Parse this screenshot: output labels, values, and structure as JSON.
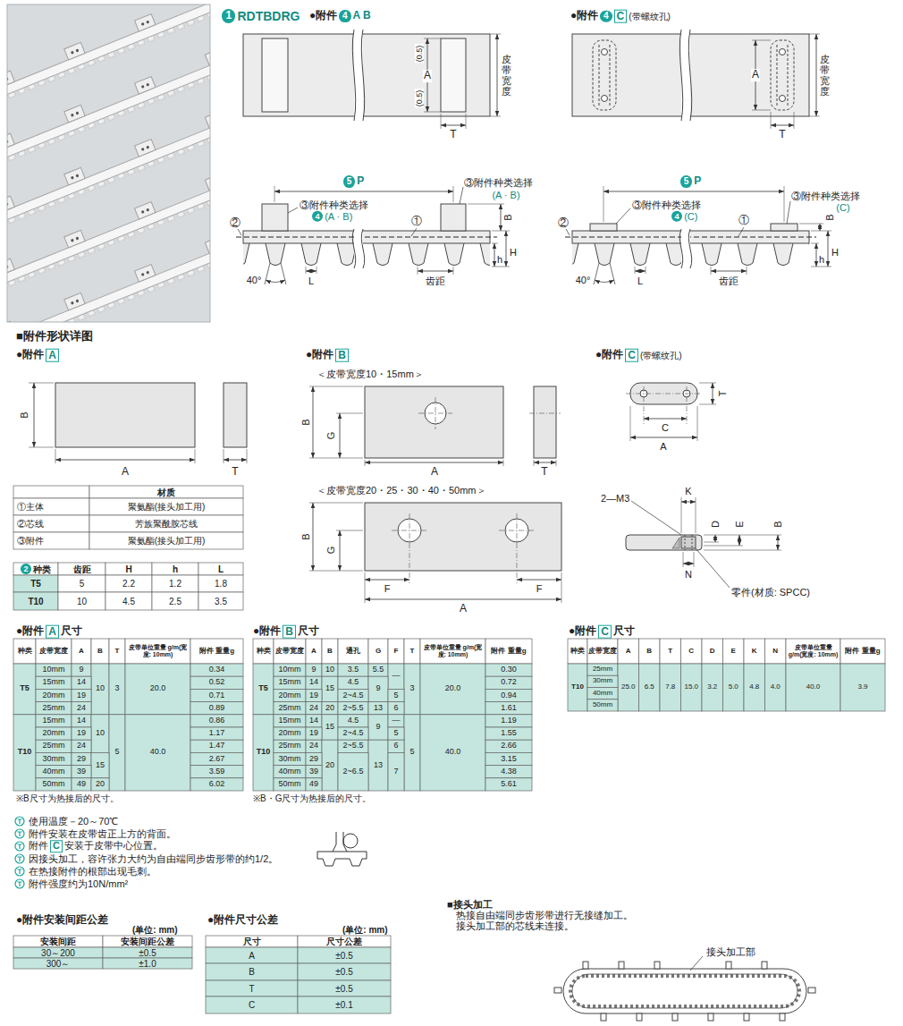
{
  "diagram": {
    "labels": [
      "1",
      "RDTBDRG",
      "●附件",
      "4",
      "A B",
      "●附件",
      "4",
      "C",
      "(带螺纹孔)",
      "(0.5)",
      "A",
      "(0.5)",
      "皮带宽度",
      "T",
      "A",
      "皮带宽度",
      "T",
      "5",
      "P",
      "③附件种类选择",
      "(A · B)",
      "③附件种类选择",
      "4",
      "(A · B)",
      "①",
      "B",
      "②",
      "H",
      "h",
      "40°",
      "L",
      "齿距",
      "5",
      "P",
      "③附件种类选择",
      "4",
      "(C)",
      "③附件种类选择",
      "(C)",
      "①",
      "B",
      "②",
      "H",
      "h",
      "40°",
      "L",
      "齿距",
      "■附件形状详图",
      "●附件",
      "A",
      "●附件",
      "B",
      "●附件",
      "C",
      "(带螺纹孔)",
      "B",
      "A",
      "T",
      "＜皮带宽度10・15mm＞",
      "B",
      "G",
      "A",
      "T",
      "＜皮带宽度20・25・30・40・50mm＞",
      "B",
      "G",
      "F",
      "F",
      "A",
      "T",
      "C",
      "A",
      "2—M3",
      "K",
      "D",
      "E",
      "B",
      "N",
      "零件(材质: SPCC)",
      "●附件",
      "A",
      "尺寸",
      "●附件",
      "B",
      "尺寸",
      "●附件",
      "C",
      "尺寸",
      "※B尺寸为热接后的尺寸。",
      "※B・G尺寸为热接后的尺寸。",
      "使用温度－20～70℃",
      "附件安装在皮带齿正上方的背面。",
      "附件",
      "C",
      "安装于皮带中心位置。",
      "因接头加工，容许张力大约为自由端同步齿形带的约1/2。",
      "在热接附件的根部出现毛刺。",
      "附件强度约为10N/mm²",
      "●附件安装间距公差",
      "(单位: mm)",
      "●附件尺寸公差",
      "(单位: mm)",
      "■接头加工",
      "热接自由端同步齿形带进行无接缝加工。",
      "接头加工部的芯线未连接。",
      "接头加工部",
      "材质",
      "①主体",
      "聚氨酯(接头加工用)",
      "②芯线",
      "芳族聚酰胺芯线",
      "③附件",
      "聚氨酯(接头加工用)",
      "2",
      "种类",
      "齿距",
      "H",
      "h",
      "L",
      "T5",
      "5",
      "2.2",
      "1.2",
      "1.8",
      "T10",
      "10",
      "4.5",
      "2.5",
      "3.5",
      "种类",
      "皮带宽度",
      "A",
      "B",
      "T",
      "皮带单位重量 g/m(宽度: 10mm)",
      "附件 重量g",
      "T5",
      "10mm",
      "9",
      "10",
      "3",
      "20.0",
      "0.34",
      "15mm",
      "14",
      "0.52",
      "20mm",
      "19",
      "0.71",
      "25mm",
      "24",
      "0.89",
      "T10",
      "15mm",
      "14",
      "10",
      "5",
      "40.0",
      "0.86",
      "20mm",
      "19",
      "1.17",
      "25mm",
      "24",
      "1.47",
      "30mm",
      "29",
      "15",
      "2.67",
      "40mm",
      "39",
      "3.59",
      "50mm",
      "49",
      "20",
      "6.02",
      "种类",
      "皮带宽度",
      "A",
      "B",
      "通孔",
      "G",
      "F",
      "T",
      "皮带单位重量 g/m(宽度: 10mm)",
      "附件 重量g",
      "T5",
      "10mm",
      "9",
      "10",
      "3.5",
      "5.5",
      "—",
      "3",
      "20.0",
      "0.30",
      "15mm",
      "14",
      "15",
      "4.5",
      "9",
      "0.72",
      "20mm",
      "19",
      "2~4.5",
      "5",
      "0.94",
      "25mm",
      "24",
      "20",
      "2~5.5",
      "13",
      "6",
      "1.61",
      "T10",
      "15mm",
      "14",
      "15",
      "4.5",
      "9",
      "—",
      "5",
      "40.0",
      "1.19",
      "20mm",
      "19",
      "2~4.5",
      "5",
      "1.55",
      "25mm",
      "24",
      "20",
      "2~5.5",
      "13",
      "6",
      "2.66",
      "30mm",
      "29",
      "2~6.5",
      "7",
      "3.15",
      "40mm",
      "39",
      "4.38",
      "50mm",
      "49",
      "5.61",
      "种类",
      "皮带宽度",
      "A",
      "B",
      "T",
      "C",
      "D",
      "E",
      "K",
      "N",
      "皮带单位重量 g/m(宽度: 10mm)",
      "附件 重量g",
      "T10",
      "25mm",
      "25.0",
      "6.5",
      "7.8",
      "15.0",
      "3.2",
      "5.0",
      "4.8",
      "4.0",
      "40.0",
      "3.9",
      "30mm",
      "40mm",
      "50mm",
      "安装间距",
      "安装间距公差",
      "30～200",
      "±0.5",
      "300～",
      "±1.0",
      "尺寸",
      "尺寸公差",
      "A",
      "±0.5",
      "B",
      "±0.5",
      "T",
      "±0.5",
      "C",
      "±0.1"
    ]
  }
}
